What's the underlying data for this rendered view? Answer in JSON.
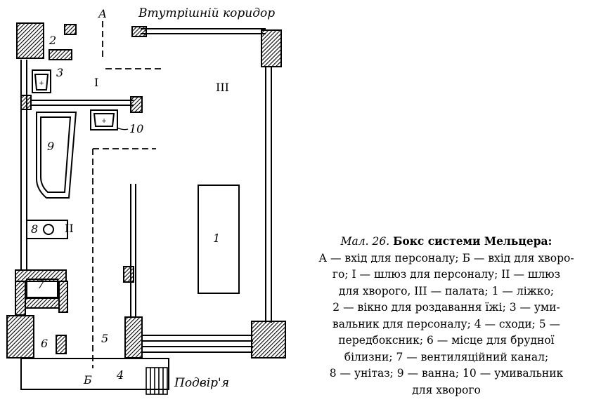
{
  "labels": {
    "corridor": "Втутрішній коридор",
    "yard": "Подвір'я",
    "entry_a": "А",
    "entry_b": "Б",
    "room_1": "I",
    "room_2": "II",
    "room_3": "III",
    "n1": "1",
    "n2": "2",
    "n3": "3",
    "n4": "4",
    "n5": "5",
    "n6": "6",
    "n7": "7",
    "n8": "8",
    "n9": "9",
    "n10": "10"
  },
  "caption": {
    "prefix": "Мал. 26.",
    "title": "Бокс системи Мельцера:",
    "lines": [
      "А — вхід для персоналу; Б — вхід для хворо-",
      "го; I — шлюз для персоналу; II — шлюз",
      "для хворого, III — палата; 1 — ліжко;",
      "2 — вікно для роздавання їжі; 3 — уми-",
      "вальник для персоналу; 4 — сходи; 5 —",
      "передбоксник; 6 — місце для брудної",
      "білизни; 7 — вентиляційний канал;",
      "8 — унітаз; 9 — ванна; 10 — умивальник",
      "для хворого"
    ]
  }
}
